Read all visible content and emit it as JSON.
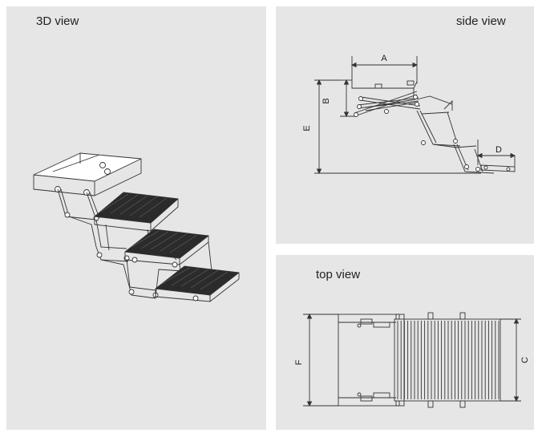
{
  "panels": {
    "view3d": {
      "title": "3D view"
    },
    "side": {
      "title": "side view",
      "dims": {
        "a": "A",
        "b": "B",
        "e": "E",
        "d": "D"
      }
    },
    "top": {
      "title": "top view",
      "dims": {
        "f": "F",
        "c": "C"
      }
    }
  }
}
